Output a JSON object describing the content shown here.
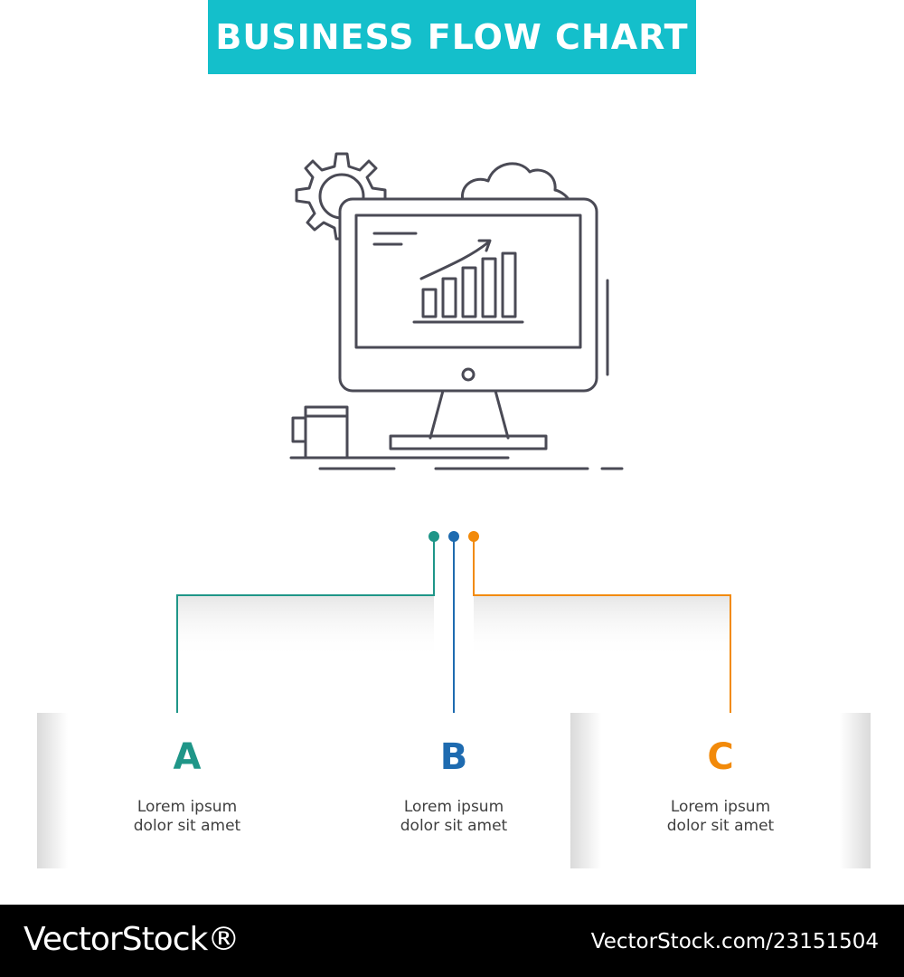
{
  "header": {
    "title": "BUSINESS FLOW CHART"
  },
  "illustration": {
    "icon": "monitor-growth-chart-icon",
    "stroke_color": "#4a4a55"
  },
  "steps": [
    {
      "letter": "A",
      "line1": "Lorem ipsum",
      "line2": "dolor sit amet",
      "color": "#1f9688"
    },
    {
      "letter": "B",
      "line1": "Lorem ipsum",
      "line2": "dolor sit amet",
      "color": "#1e6bb0"
    },
    {
      "letter": "C",
      "line1": "Lorem ipsum",
      "line2": "dolor sit amet",
      "color": "#f28a0a"
    }
  ],
  "footer": {
    "brand": "VectorStock®",
    "id": "VectorStock.com/23151504"
  },
  "colors": {
    "banner": "#14bfcb",
    "footer": "#000000"
  }
}
